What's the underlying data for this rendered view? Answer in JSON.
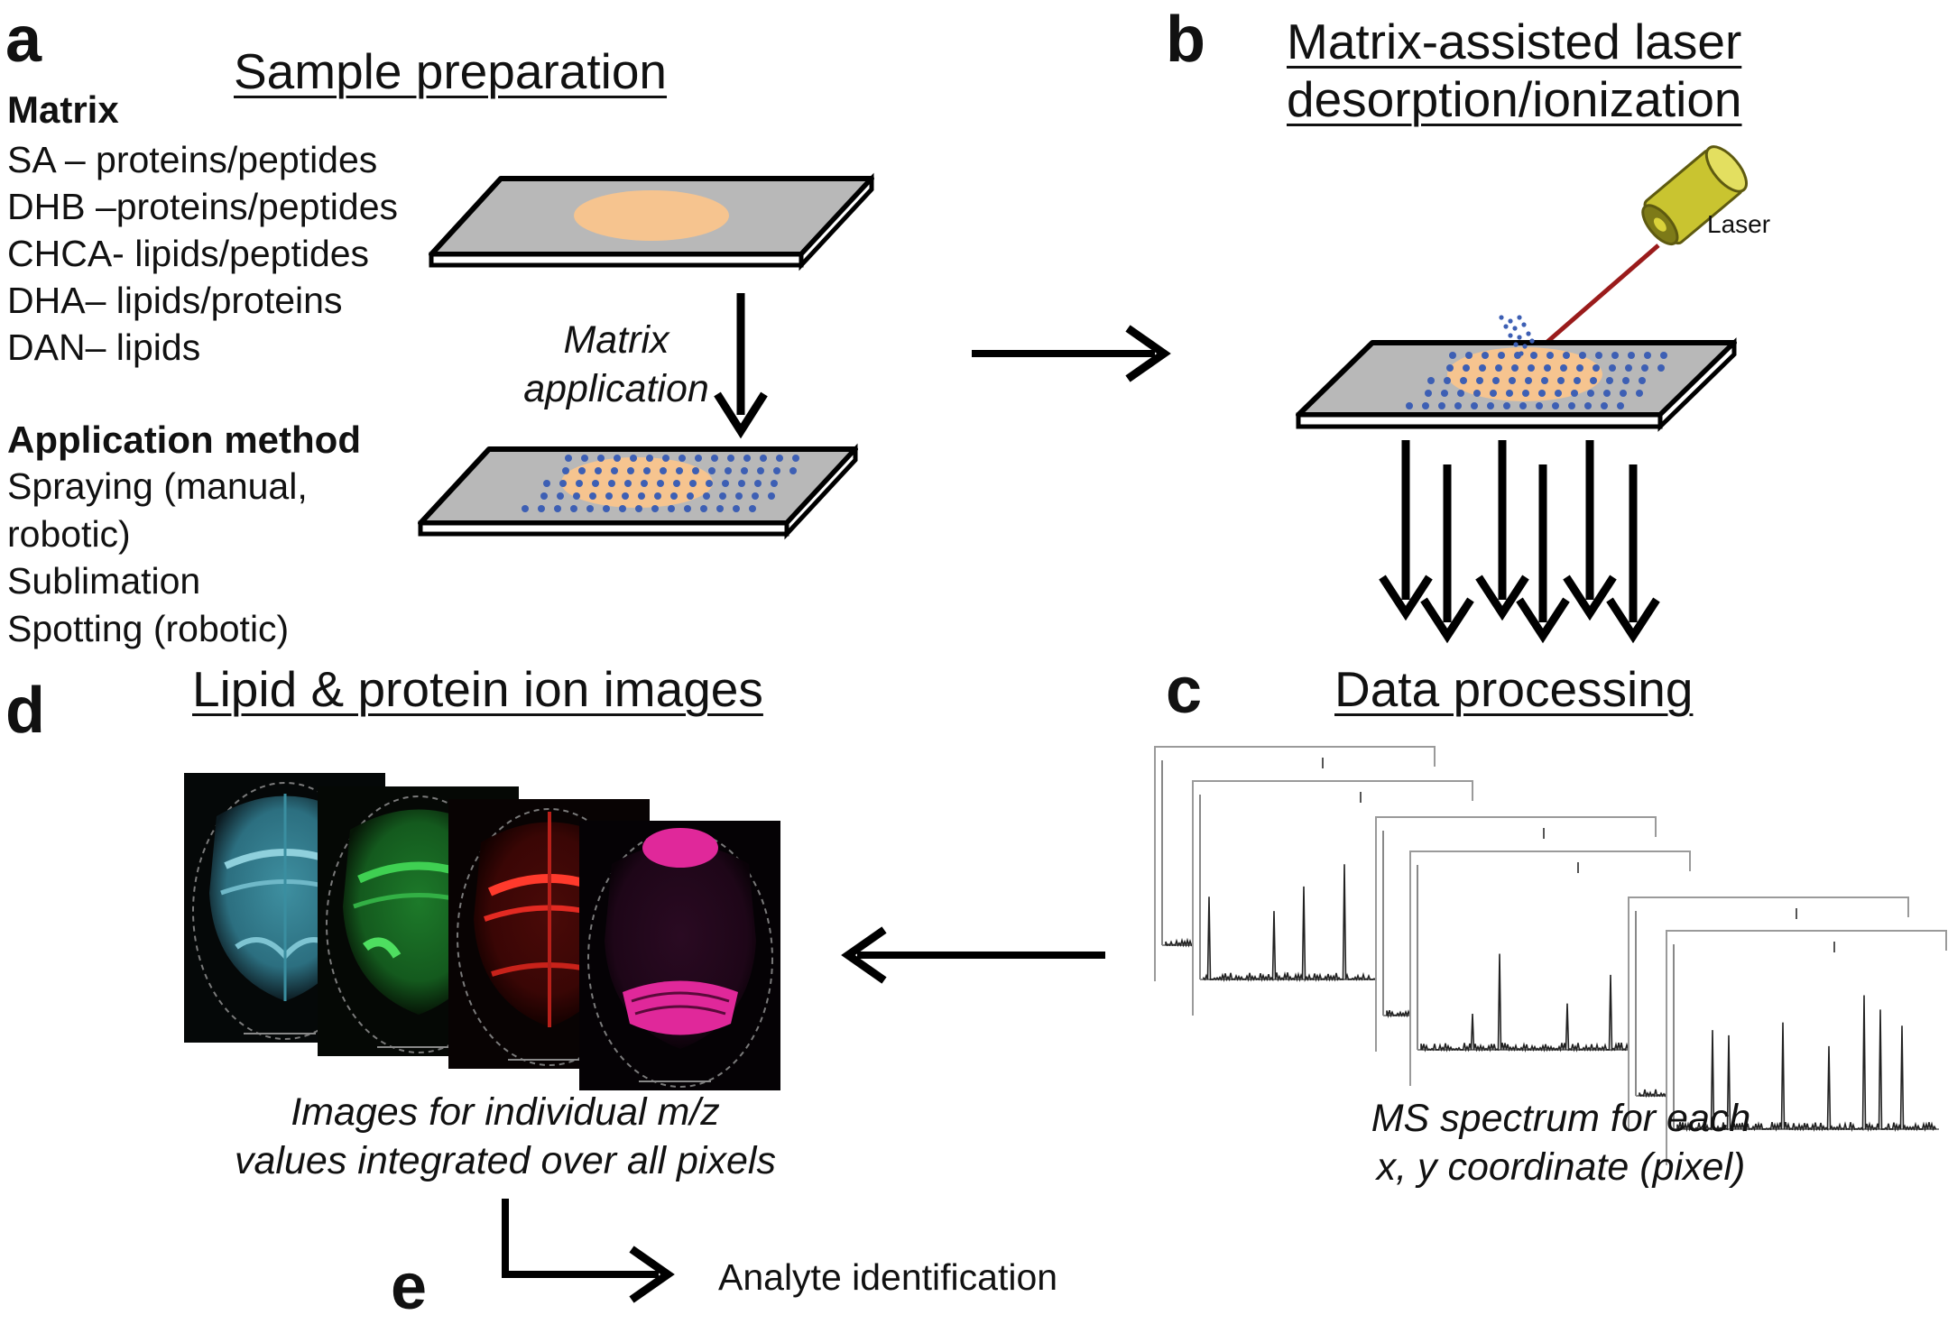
{
  "panels": {
    "a": {
      "letter": "a",
      "title": "Sample preparation",
      "matrix_heading": "Matrix",
      "matrix_items": [
        "SA – proteins/peptides",
        "DHB –proteins/peptides",
        "CHCA- lipids/peptides",
        "DHA– lipids/proteins",
        "DAN– lipids"
      ],
      "method_heading": "Application method",
      "method_items": [
        "Spraying (manual,",
        "robotic)",
        "Sublimation",
        "Spotting (robotic)"
      ],
      "arrow_label_line1": "Matrix",
      "arrow_label_line2": "application"
    },
    "b": {
      "letter": "b",
      "title_line1": "Matrix-assisted laser",
      "title_line2": "desorption/ionization",
      "laser_label": "Laser"
    },
    "c": {
      "letter": "c",
      "title": "Data processing",
      "caption_line1": "MS spectrum for each",
      "caption_line2": "x, y coordinate (pixel)"
    },
    "d": {
      "letter": "d",
      "title": "Lipid & protein ion images",
      "caption_line1": "Images for individual m/z",
      "caption_line2": "values integrated over all pixels"
    },
    "e": {
      "letter": "e",
      "label": "Analyte identification"
    }
  },
  "colors": {
    "slide_gray": "#b3b3b3",
    "tissue_orange": "#f6c48f",
    "matrix_dot_blue": "#3d5fb4",
    "laser_body": "#c9c430",
    "laser_beam": "#9a1b1b",
    "ion_image_cyan": "#5fb8c8",
    "ion_image_green": "#3fbf52",
    "ion_image_red": "#e32a22",
    "ion_image_magenta": "#e0289a"
  }
}
